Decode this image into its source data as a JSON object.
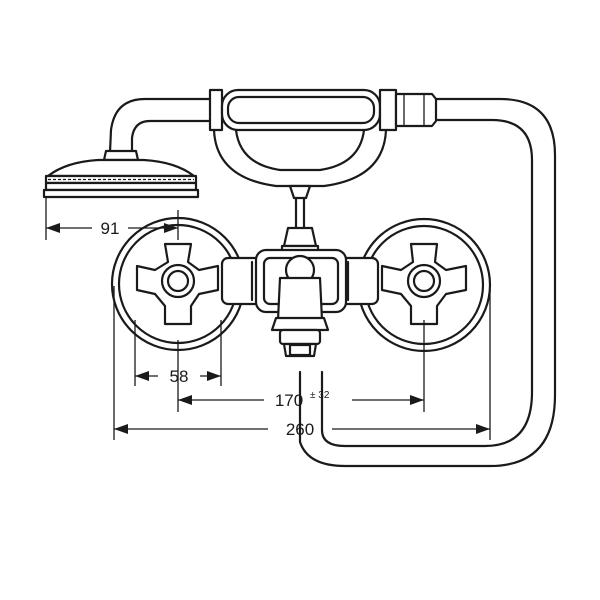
{
  "dimensions": {
    "handshower_diameter": "91",
    "handle_diameter": "58",
    "center_distance": "170",
    "center_distance_tolerance": "± 32",
    "overall_width": "260"
  }
}
